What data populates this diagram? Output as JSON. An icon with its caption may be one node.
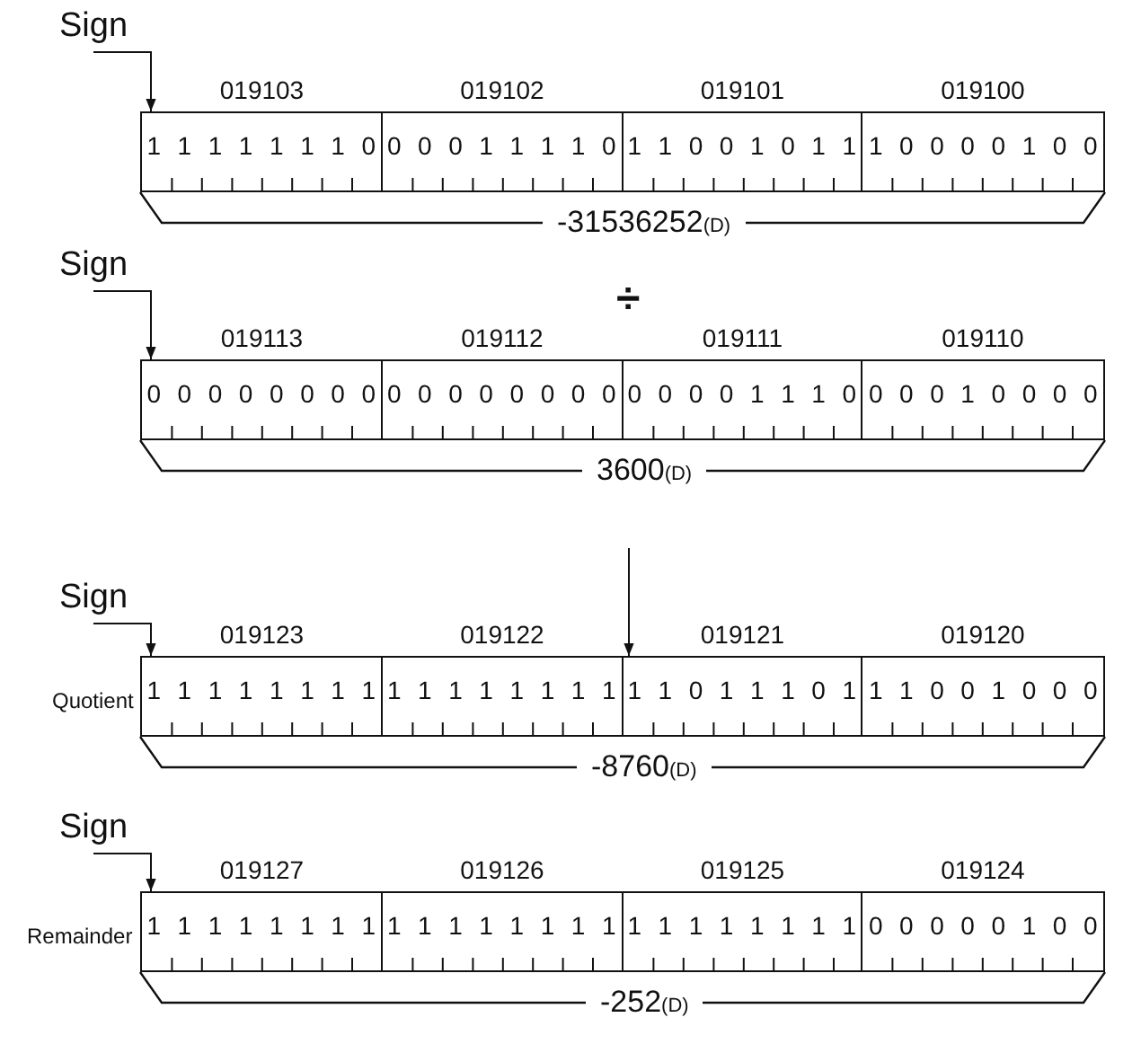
{
  "diagram": {
    "nodes": [
      {
        "text": [
          "Sign"
        ]
      },
      {
        "text": [],
        "shape": "box",
        "beside": [
          "-31536252$_{(D)}$"
        ]
      },
      {
        "text": [
          "1 1 1 1 1 1 1 0"
        ],
        "in": 1,
        "beside": [
          "019103"
        ]
      },
      {
        "text": [
          "0 0 0 1 1 1 1 0"
        ],
        "in": 1,
        "beside": [
          "019102"
        ]
      },
      {
        "text": [
          "1 1 0 0 1 0 1 1"
        ],
        "in": 1,
        "beside": [
          "019101"
        ]
      },
      {
        "text": [
          "1 0 0 0 0 1 0 0"
        ],
        "in": 1,
        "beside": [
          "019100"
        ]
      },
      {
        "text": [
          "Sign"
        ]
      },
      {
        "text": [],
        "shape": "box",
        "beside": [
          "3600$_{(D)}$"
        ]
      },
      {
        "text": [
          "0 0 0 0 0 0 0 0"
        ],
        "in": 7,
        "beside": [
          "019113"
        ]
      },
      {
        "text": [
          "0 0 0 0 0 0 0 0"
        ],
        "in": 7,
        "beside": [
          "019112"
        ]
      },
      {
        "text": [
          "0 0 0 0 1 1 1 0"
        ],
        "in": 7,
        "beside": [
          "019111"
        ]
      },
      {
        "text": [
          "0 0 0 1 0 0 0 0"
        ],
        "in": 7,
        "beside": [
          "019110"
        ]
      },
      {
        "text": [
          "Sign"
        ]
      },
      {
        "text": [],
        "shape": "box",
        "beside": [
          "Quotient",
          "-8760$_{(D)}$"
        ]
      },
      {
        "text": [
          "1 1 1 1 1 1 1 1"
        ],
        "in": 13,
        "beside": [
          "019123"
        ]
      },
      {
        "text": [
          "1 1 1 1 1 1 1 1"
        ],
        "in": 13,
        "beside": [
          "019122"
        ]
      },
      {
        "text": [
          "1 1 0 1 1 1 0 1"
        ],
        "in": 13,
        "beside": [
          "019121"
        ]
      },
      {
        "text": [
          "1 1 0 0 1 0 0 0"
        ],
        "in": 13,
        "beside": [
          "019120"
        ]
      },
      {
        "text": [
          "Sign"
        ]
      },
      {
        "text": [],
        "shape": "box",
        "beside": [
          "Remainder",
          "-252$_{(D)}$"
        ]
      },
      {
        "text": [
          "1 1 1 1 1 1 1 1"
        ],
        "in": 19,
        "beside": [
          "019127"
        ]
      },
      {
        "text": [
          "1 1 1 1 1 1 1 1"
        ],
        "in": 19,
        "beside": [
          "019126"
        ]
      },
      {
        "text": [
          "1 1 1 1 1 1 1 1"
        ],
        "in": 19,
        "beside": [
          "019125"
        ]
      },
      {
        "text": [
          "0 0 0 0 0 1 0 0"
        ],
        "in": 19,
        "beside": [
          "019124"
        ]
      }
    ],
    "edges": [
      {
        "from": 0,
        "to": 1,
        "arrow": "to"
      },
      {
        "from": 6,
        "to": 7,
        "arrow": "to"
      },
      {
        "from": null,
        "to": 13,
        "arrow": "to"
      },
      {
        "from": 12,
        "to": 13,
        "arrow": "to"
      },
      {
        "from": 18,
        "to": 19,
        "arrow": "to"
      }
    ],
    "labels": [
      "÷"
    ]
  }
}
